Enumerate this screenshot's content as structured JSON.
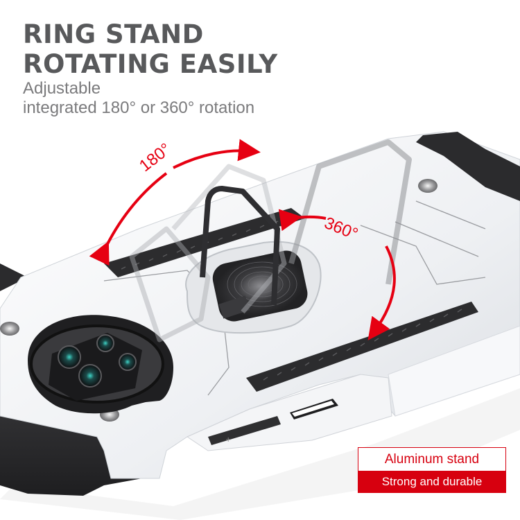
{
  "headline": {
    "line1": "RING STAND",
    "line2": "ROTATING EASILY"
  },
  "subline": {
    "line1": "Adjustable",
    "line2": "integrated 180° or 360° rotation"
  },
  "annotations": {
    "angle_left": "180°",
    "angle_right": "360°"
  },
  "feature_box": {
    "title": "Aluminum stand",
    "subtitle": "Strong and durable"
  },
  "colors": {
    "accent_red": "#d7000f",
    "headline_gray": "#58595b",
    "subline_gray": "#7a7a7c",
    "case_white": "#f2f3f5",
    "case_black": "#2b2b2d"
  }
}
